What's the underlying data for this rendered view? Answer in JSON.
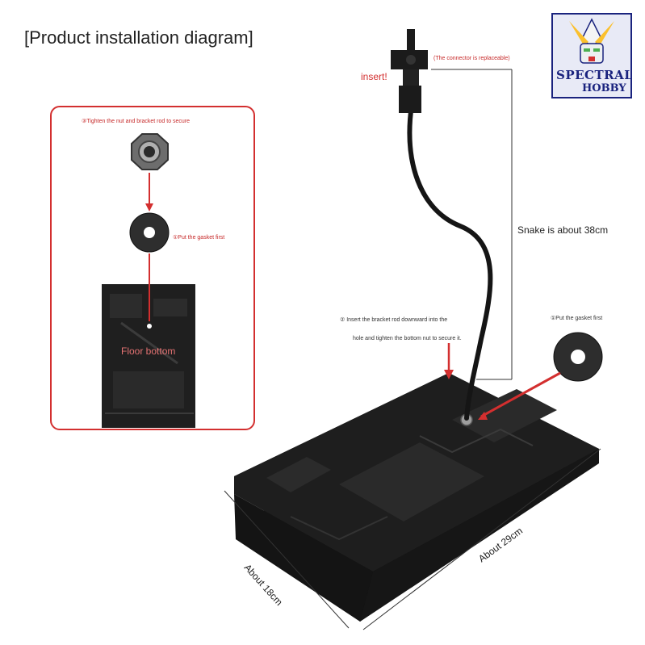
{
  "title": "[Product installation diagram]",
  "inset": {
    "step_tighten": "③Tighten the nut and bracket rod to secure",
    "step_gasket": "①Put the gasket first",
    "floor_label": "Floor bottom"
  },
  "main": {
    "insert_label": "insert!",
    "connector_note": "(The connector is replaceable)",
    "snake_length": "Snake is about 38cm",
    "step_insert_line1": "② Insert the bracket rod downward into the",
    "step_insert_line2": "hole and tighten the bottom nut to secure it.",
    "step_gasket": "①Put the gasket first",
    "width_label": "About 18cm",
    "length_label": "About 29cm"
  },
  "logo": {
    "line1": "SPECTRAL",
    "line2": "HOBBY"
  },
  "colors": {
    "arrow_red": "#d32f2f",
    "base_black": "#1c1c1c",
    "logo_navy": "#1a237e"
  }
}
